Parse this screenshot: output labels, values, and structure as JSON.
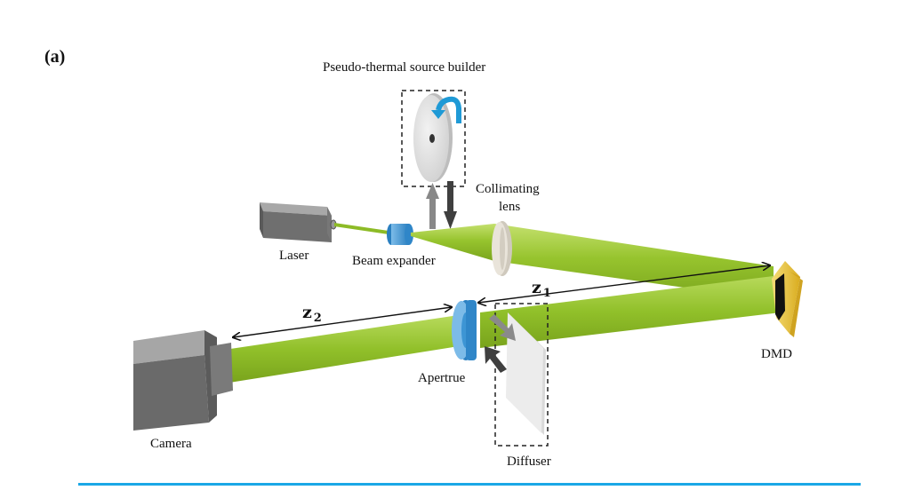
{
  "figure": {
    "panel_label": "(a)",
    "labels": {
      "pseudo_thermal": "Pseudo-thermal source builder",
      "collimating_line1": "Collimating",
      "collimating_line2": "lens",
      "laser": "Laser",
      "beam_expander": "Beam expander",
      "dmd": "DMD",
      "aperture": "Apertrue",
      "camera": "Camera",
      "diffuser": "Diffuser"
    },
    "distances": {
      "z1": {
        "symbol": "z",
        "subscript": "1"
      },
      "z2": {
        "symbol": "z",
        "subscript": "2"
      }
    },
    "colors": {
      "beam": "#8dbb26",
      "beam_highlight": "#b5d95a",
      "lens_blue": "#3d95d4",
      "dmd_frame": "#e8c33a",
      "laser_body": "#6f6f6f",
      "camera_body": "#666666",
      "rotation_arrow": "#1f9ad6",
      "divider": "#1aa7e6"
    }
  }
}
